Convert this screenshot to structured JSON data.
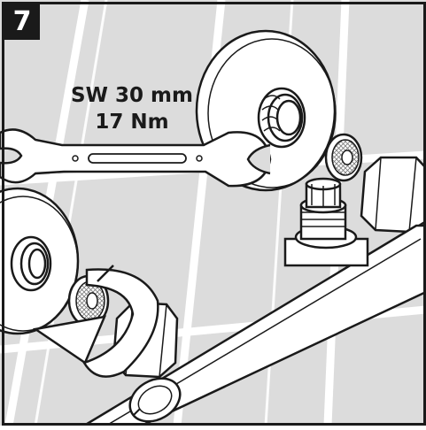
{
  "step": {
    "number": "7"
  },
  "specs": {
    "wrench_size": "SW 30 mm",
    "torque": "17 Nm"
  },
  "icons": {
    "tool": "wrench-icon",
    "direction": "rotate-arrow-icon"
  },
  "colors": {
    "line": "#1a1a1a",
    "tile_background": "#dcdcdc",
    "grout": "#ffffff",
    "part_fill": "#ffffff",
    "mesh": "#7a7a7a"
  }
}
